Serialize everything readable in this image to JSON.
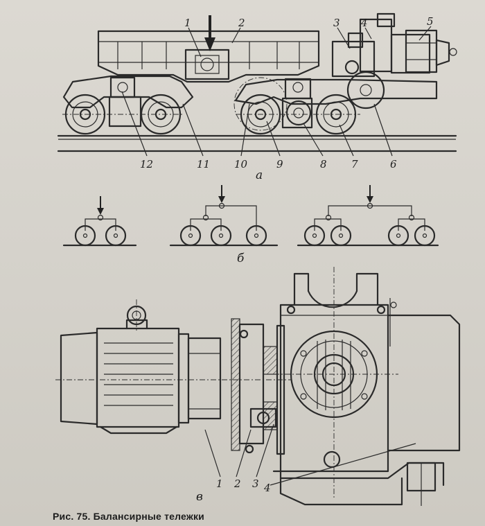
{
  "figure": {
    "caption": "Рис. 75. Балансирные тележки",
    "view_a": {
      "sublabel": "а",
      "part_labels": [
        "1",
        "2",
        "3",
        "4",
        "5",
        "6",
        "7",
        "8",
        "9",
        "10",
        "11",
        "12"
      ]
    },
    "view_b": {
      "sublabel": "б"
    },
    "view_c": {
      "sublabel": "в",
      "part_labels": [
        "1",
        "2",
        "3",
        "4"
      ]
    }
  }
}
